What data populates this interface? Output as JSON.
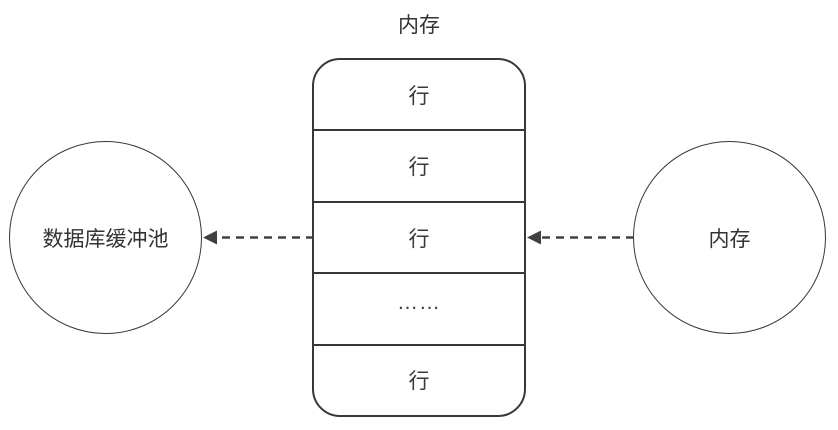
{
  "diagram": {
    "title": "内存",
    "memory_box": {
      "rows": [
        {
          "label": "行"
        },
        {
          "label": "行"
        },
        {
          "label": "行"
        },
        {
          "label": "……"
        },
        {
          "label": "行"
        }
      ]
    },
    "left_node": {
      "label": "数据库缓冲池"
    },
    "right_node": {
      "label": "内存"
    },
    "arrows": [
      {
        "name": "box-to-buffer-pool",
        "direction": "left",
        "style": "dashed"
      },
      {
        "name": "memory-to-box",
        "direction": "left",
        "style": "dashed"
      }
    ],
    "colors": {
      "stroke": "#383838",
      "arrow": "#404040",
      "text": "#333333",
      "background": "#ffffff"
    }
  }
}
